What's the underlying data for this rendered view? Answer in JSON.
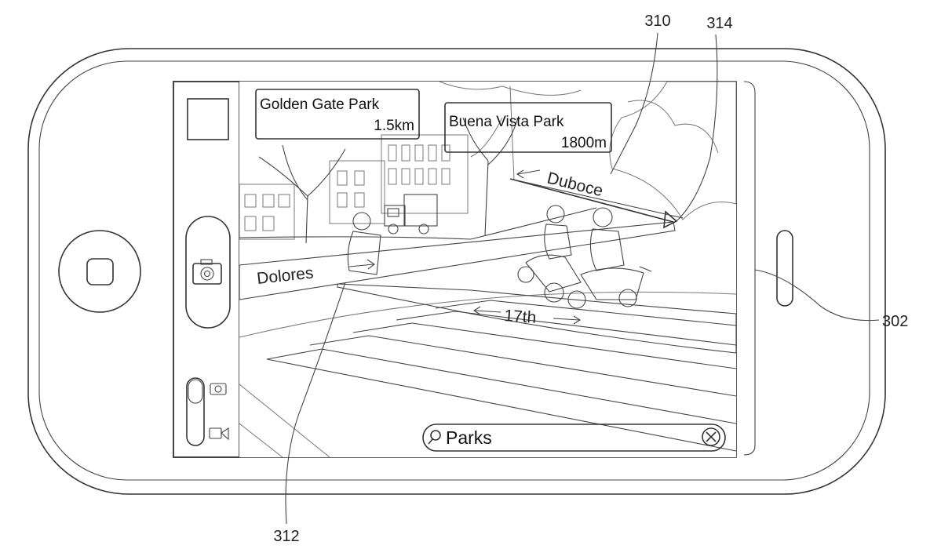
{
  "reference_numerals": {
    "overlay": "310",
    "route": "314",
    "device": "302",
    "road_label": "312"
  },
  "poi_callouts": [
    {
      "name": "Golden Gate Park",
      "distance": "1.5km"
    },
    {
      "name": "Buena Vista Park",
      "distance": "1800m"
    }
  ],
  "road_labels": {
    "dolores": "Dolores",
    "seventeenth": "17th",
    "duboce": "Duboce"
  },
  "search": {
    "query": "Parks",
    "icon": "search-icon",
    "clear_icon": "clear-circle-x-icon"
  },
  "controls": {
    "shutter_icon": "camera-icon",
    "mode_switch_photo_icon": "camera-icon",
    "mode_switch_video_icon": "video-camera-icon",
    "home_button_icon": "home-square-icon"
  }
}
